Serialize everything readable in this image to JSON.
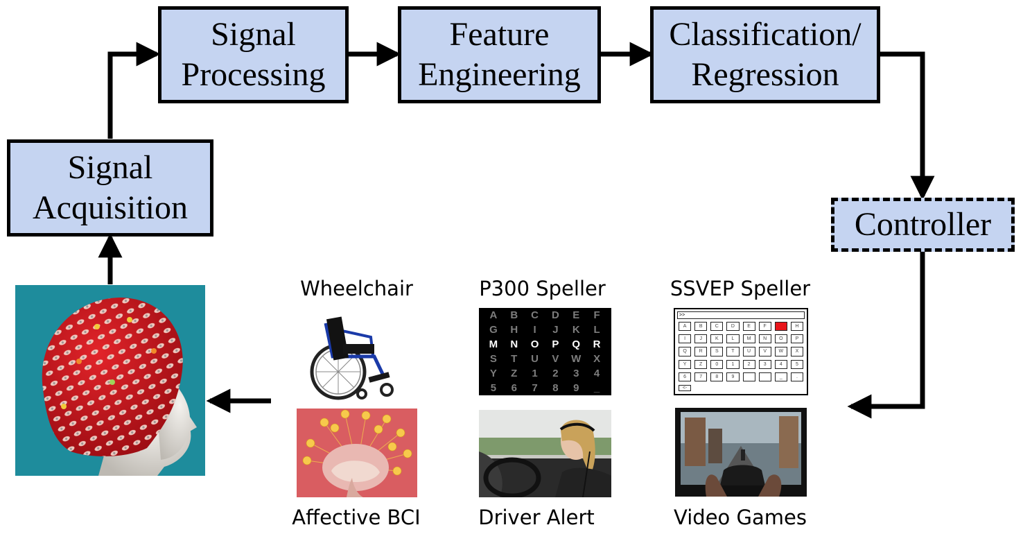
{
  "pipeline": {
    "signal_acquisition": [
      "Signal",
      "Acquisition"
    ],
    "signal_processing": [
      "Signal",
      "Processing"
    ],
    "feature_engineering": [
      "Feature",
      "Engineering"
    ],
    "classification": [
      "Classification/",
      "Regression"
    ],
    "controller": "Controller"
  },
  "applications": {
    "wheelchair": "Wheelchair",
    "p300": "P300 Speller",
    "ssvep": "SSVEP Speller",
    "affective": "Affective BCI",
    "driver": "Driver Alert",
    "games": "Video Games"
  },
  "p300_grid": [
    "A",
    "B",
    "C",
    "D",
    "E",
    "F",
    "G",
    "H",
    "I",
    "J",
    "K",
    "L",
    "M",
    "N",
    "O",
    "P",
    "Q",
    "R",
    "S",
    "T",
    "U",
    "V",
    "W",
    "X",
    "Y",
    "Z",
    "1",
    "2",
    "3",
    "4",
    "5",
    "6",
    "7",
    "8",
    "9",
    "_"
  ],
  "p300_highlight_row": 2,
  "ssvep_prompt": ">>",
  "ssvep_grid": [
    "A",
    "B",
    "C",
    "D",
    "E",
    "F",
    "G",
    "H",
    "I",
    "J",
    "K",
    "L",
    "M",
    "N",
    "O",
    "P",
    "Q",
    "R",
    "S",
    "T",
    "U",
    "V",
    "W",
    "X",
    "Y",
    "Z",
    "0",
    "1",
    "2",
    "3",
    "4",
    "5",
    "6",
    "7",
    "8",
    "9",
    "",
    "",
    "_",
    ".",
    "<-"
  ],
  "ssvep_highlight_index": 6,
  "colors": {
    "box_fill": "#c5d4f1",
    "cap_red": "#c9141c",
    "background_teal": "#1e8c9c"
  }
}
